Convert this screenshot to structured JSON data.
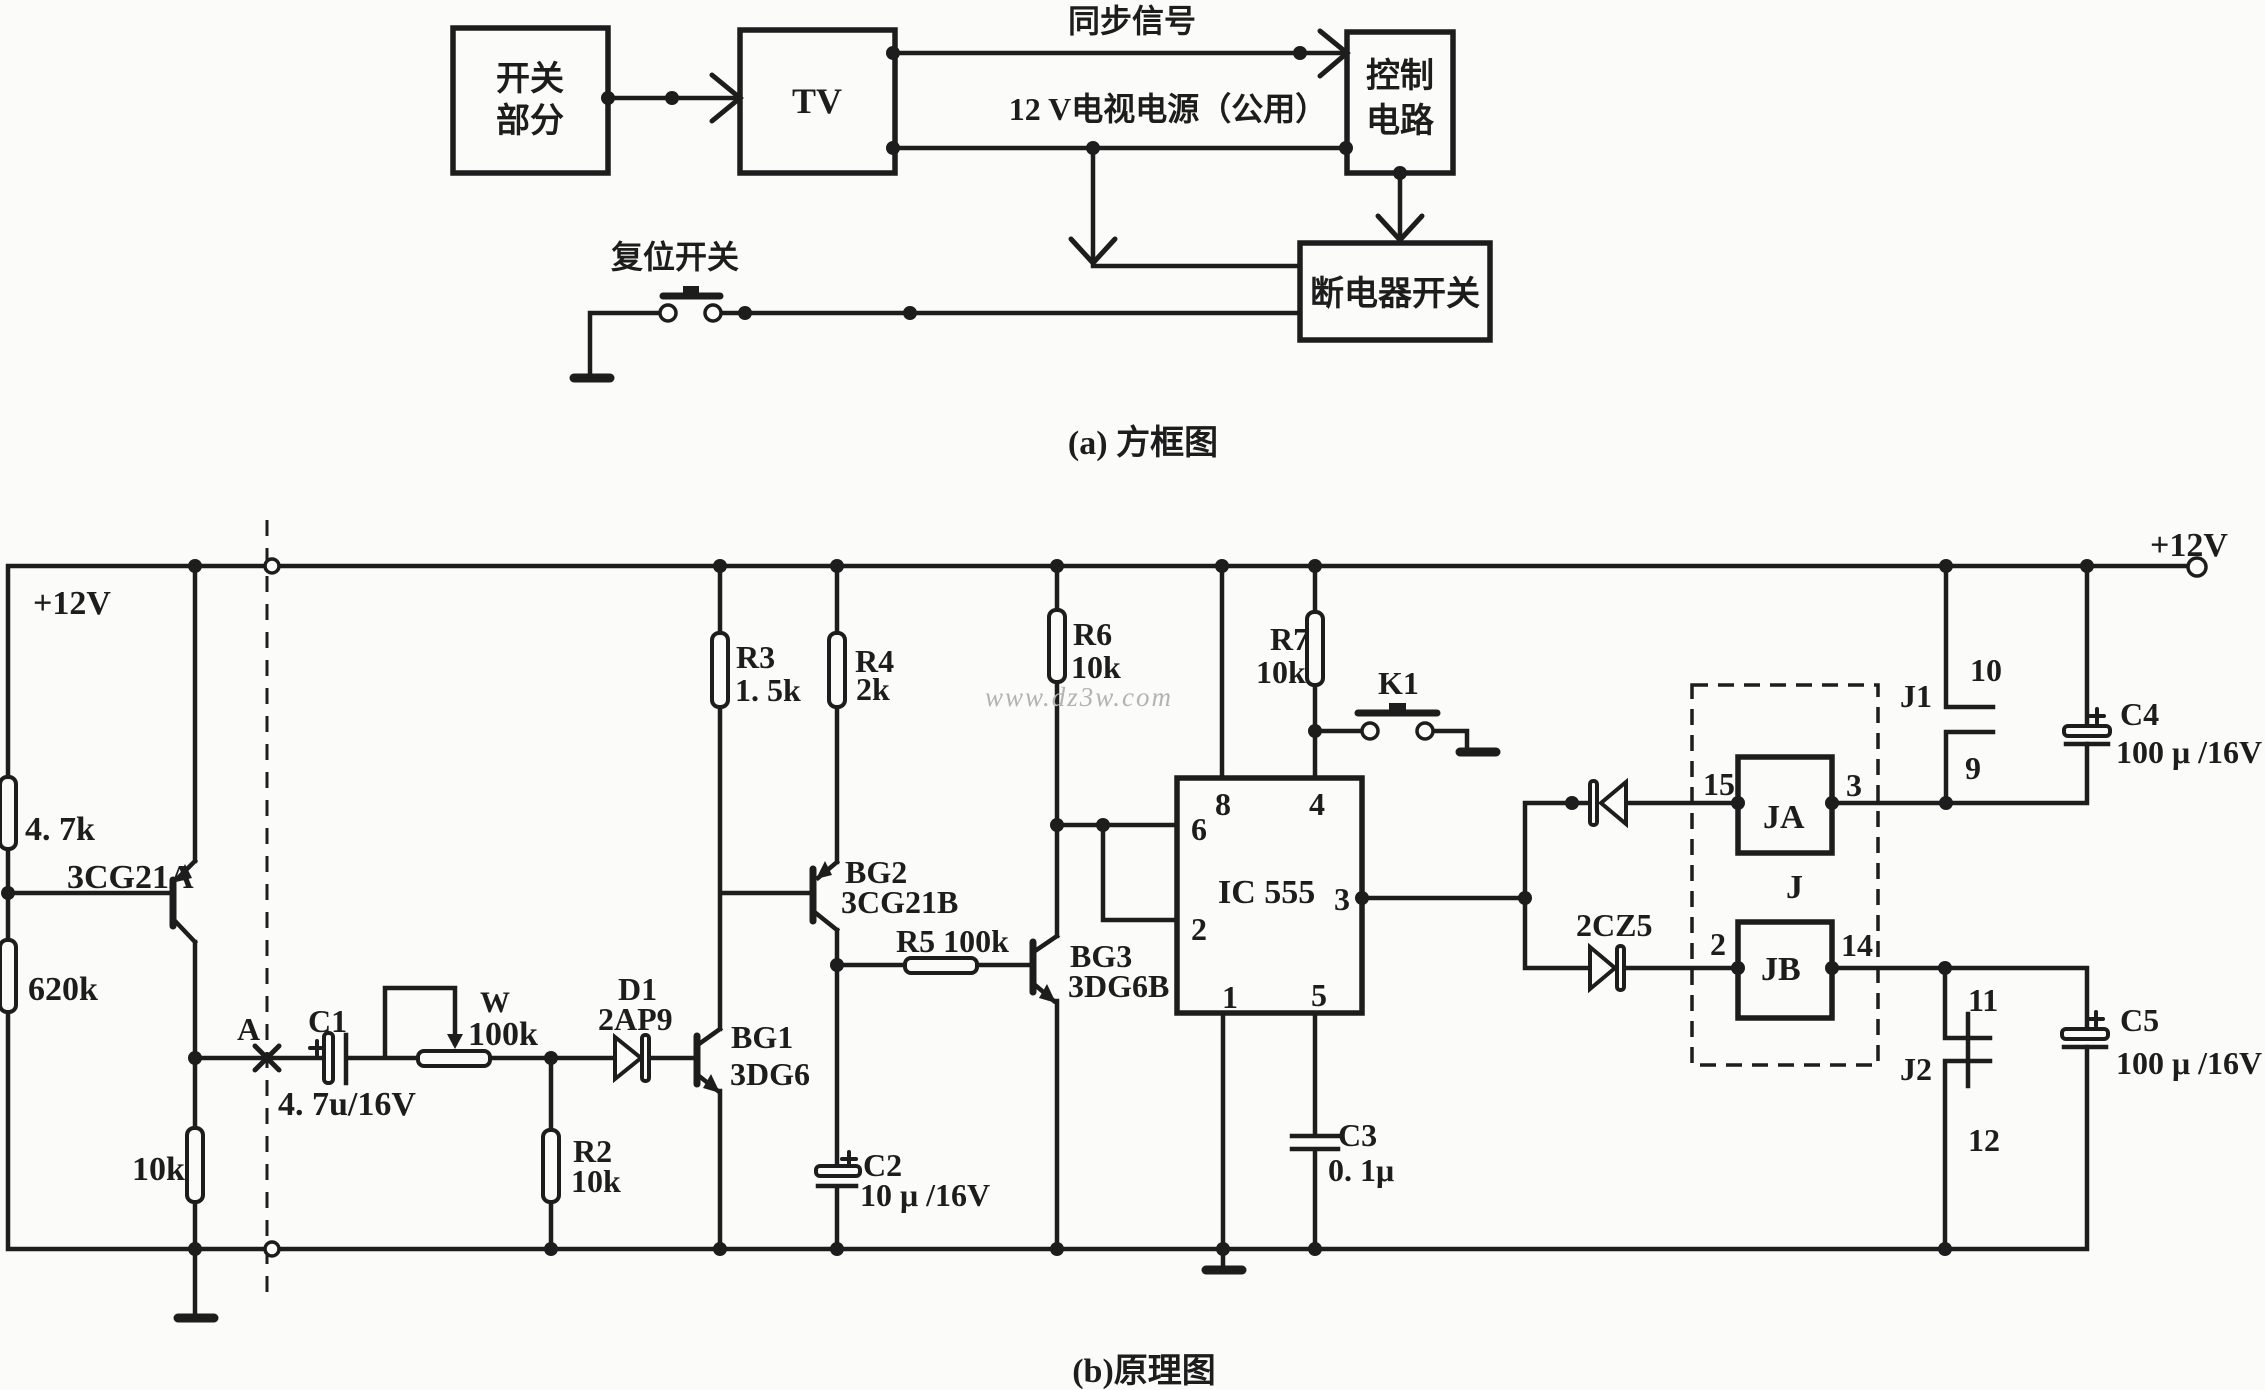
{
  "figure": {
    "caption_a": "(a) 方框图",
    "caption_b": "(b)原理图",
    "watermark": "www.dz3w.com",
    "ink_color": "#1d1d1d",
    "background_color": "#fbfbf9"
  },
  "block": {
    "switch_line1": "开关",
    "switch_line2": "部分",
    "tv": "TV",
    "control_line1": "控制",
    "control_line2": "电路",
    "breaker": "断电器开关",
    "sync_signal": "同步信号",
    "tv_power": "12 V电视电源（公用）",
    "reset_switch": "复位开关"
  },
  "sch": {
    "vplus_left": "+12V",
    "vplus_right": "+12V",
    "q1": "3CG21A",
    "r1a": "4. 7k",
    "r1b": "620k",
    "r1c": "10k",
    "node_a": "A",
    "c1_name": "C1",
    "c1_val": "4. 7u/16V",
    "w_name": "W",
    "w_val": "100k",
    "d1_name": "D1",
    "d1_val": "2AP9",
    "r2_name": "R2",
    "r2_val": "10k",
    "bg1_name": "BG1",
    "bg1_val": "3DG6",
    "r3_name": "R3",
    "r3_val": "1. 5k",
    "r4_name": "R4",
    "r4_val": "2k",
    "bg2_name": "BG2",
    "bg2_val": "3CG21B",
    "r5": "R5 100k",
    "c2_name": "C2",
    "c2_val": "10 μ /16V",
    "r6_name": "R6",
    "r6_val": "10k",
    "bg3_name": "BG3",
    "bg3_val": "3DG6B",
    "r7_name": "R7",
    "r7_val": "10k",
    "k1": "K1",
    "ic": "IC 555",
    "p8": "8",
    "p4": "4",
    "p6": "6",
    "p2": "2",
    "p3": "3",
    "p1": "1",
    "p5": "5",
    "c3_name": "C3",
    "c3_val": "0. 1μ",
    "dz": "2CZ5",
    "ja": "JA",
    "ja_l": "15",
    "ja_r": "3",
    "j": "J",
    "jb": "JB",
    "jb_l": "2",
    "jb_r": "14",
    "j1": "J1",
    "j1_t": "10",
    "j1_b": "9",
    "j2": "J2",
    "j2_t": "11",
    "j2_b": "12",
    "c4_name": "C4",
    "c4_val": "100 μ /16V",
    "c5_name": "C5",
    "c5_val": "100 μ /16V"
  }
}
